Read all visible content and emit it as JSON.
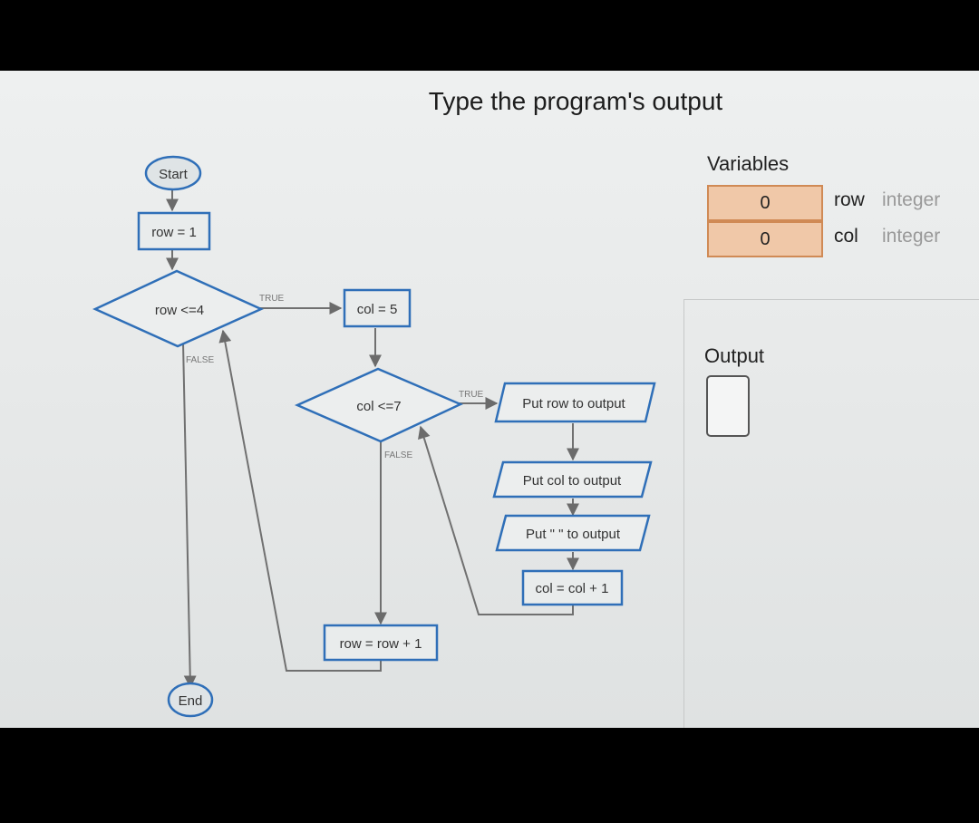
{
  "title": "Type the program's output",
  "flowchart": {
    "start": "Start",
    "end": "End",
    "row_init": "row = 1",
    "cond_row": "row <=4",
    "col_init": "col = 5",
    "cond_col": "col <=7",
    "put_row": "Put row to output",
    "put_col": "Put col to output",
    "put_space": "Put \" \" to output",
    "col_inc": "col = col + 1",
    "row_inc": "row = row + 1",
    "true_label": "TRUE",
    "false_label": "FALSE"
  },
  "variables": {
    "title": "Variables",
    "items": [
      {
        "value": "0",
        "name": "row",
        "type": "integer"
      },
      {
        "value": "0",
        "name": "col",
        "type": "integer"
      }
    ]
  },
  "output": {
    "label": "Output",
    "value": ""
  },
  "colors": {
    "node_border": "#2f6fb8",
    "variable_fill": "#f0c8a8",
    "variable_border": "#d08a55"
  }
}
